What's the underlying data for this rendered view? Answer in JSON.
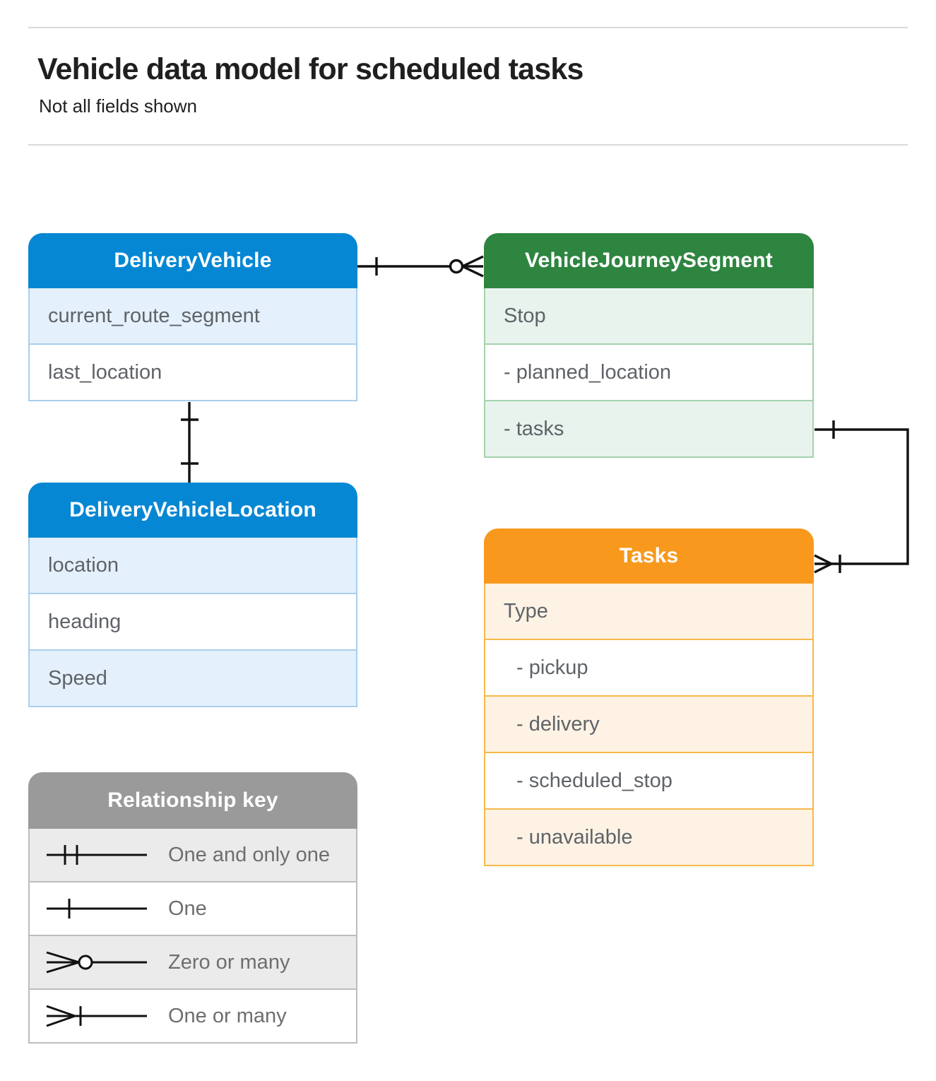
{
  "page": {
    "title": "Vehicle data model for scheduled tasks",
    "subtitle": "Not all fields shown"
  },
  "entities": [
    {
      "name": "DeliveryVehicle",
      "theme": "blue",
      "fields": [
        "current_route_segment",
        "last_location"
      ]
    },
    {
      "name": "VehicleJourneySegment",
      "theme": "green",
      "fields": [
        "Stop",
        "- planned_location",
        "- tasks"
      ]
    },
    {
      "name": "DeliveryVehicleLocation",
      "theme": "blue",
      "fields": [
        "location",
        "heading",
        "Speed"
      ]
    },
    {
      "name": "Tasks",
      "theme": "orange",
      "fields": [
        "Type",
        "- pickup",
        "- delivery",
        "- scheduled_stop",
        "- unavailable"
      ]
    }
  ],
  "relationships": [
    {
      "from": "DeliveryVehicle",
      "to": "VehicleJourneySegment",
      "from_end": "one",
      "to_end": "zero-or-many"
    },
    {
      "from": "DeliveryVehicle",
      "to": "DeliveryVehicleLocation",
      "from_end": "one",
      "to_end": "one"
    },
    {
      "from": "VehicleJourneySegment.tasks",
      "to": "Tasks",
      "from_end": "one",
      "to_end": "one-or-many"
    }
  ],
  "legend": {
    "title": "Relationship key",
    "items": [
      {
        "symbol": "one-and-only-one",
        "label": "One and only one"
      },
      {
        "symbol": "one",
        "label": "One"
      },
      {
        "symbol": "zero-or-many",
        "label": "Zero or many"
      },
      {
        "symbol": "one-or-many",
        "label": "One or many"
      }
    ]
  },
  "colors": {
    "blue_header": "#0687d3",
    "blue_tint": "#e4f0fb",
    "blue_border": "#a9cfed",
    "green_header": "#2e8540",
    "green_tint": "#e9f3ee",
    "green_border": "#a4d2ae",
    "orange_header": "#f8991d",
    "orange_tint": "#fdf2e3",
    "orange_border": "#f7b94a",
    "gray_header": "#9a9a9a",
    "gray_tint": "#ebebeb",
    "gray_border": "#bdbdbd",
    "connector": "#111111",
    "field_text": "#5f6368",
    "rule": "#d9d9d9"
  }
}
